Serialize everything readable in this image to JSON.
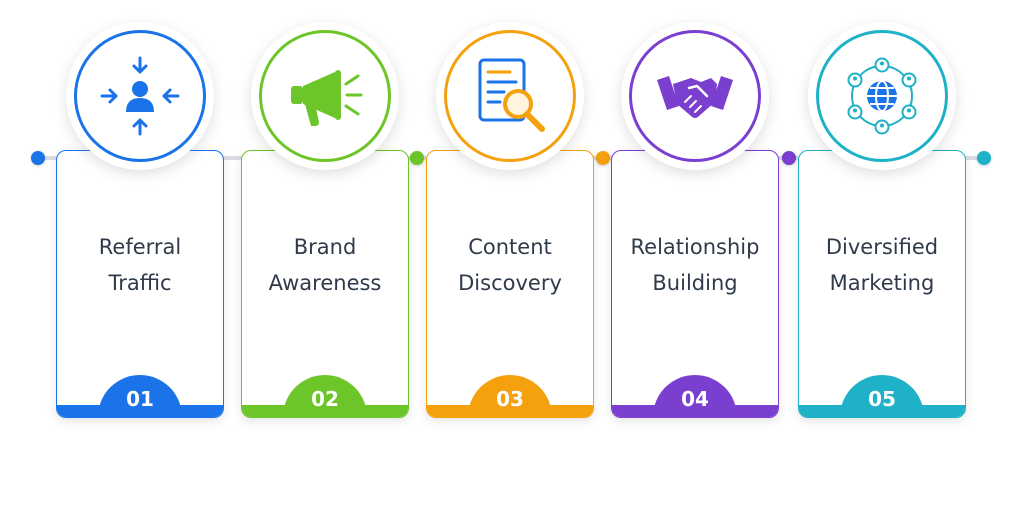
{
  "steps": [
    {
      "number": "01",
      "title_line1": "Referral",
      "title_line2": "Traffic",
      "icon": "referral-user-icon",
      "color": "#1a73e8"
    },
    {
      "number": "02",
      "title_line1": "Brand",
      "title_line2": "Awareness",
      "icon": "megaphone-icon",
      "color": "#6cc62a"
    },
    {
      "number": "03",
      "title_line1": "Content",
      "title_line2": "Discovery",
      "icon": "document-search-icon",
      "color": "#f5a10d"
    },
    {
      "number": "04",
      "title_line1": "Relationship",
      "title_line2": "Building",
      "icon": "handshake-icon",
      "color": "#7b3fd0"
    },
    {
      "number": "05",
      "title_line1": "Diversified",
      "title_line2": "Marketing",
      "icon": "globe-network-icon",
      "color": "#1fb1c7"
    }
  ],
  "timeline_dot_colors": [
    "#1a73e8",
    "#6cc62a",
    "#f5a10d",
    "#7b3fd0",
    "#1fb1c7"
  ]
}
